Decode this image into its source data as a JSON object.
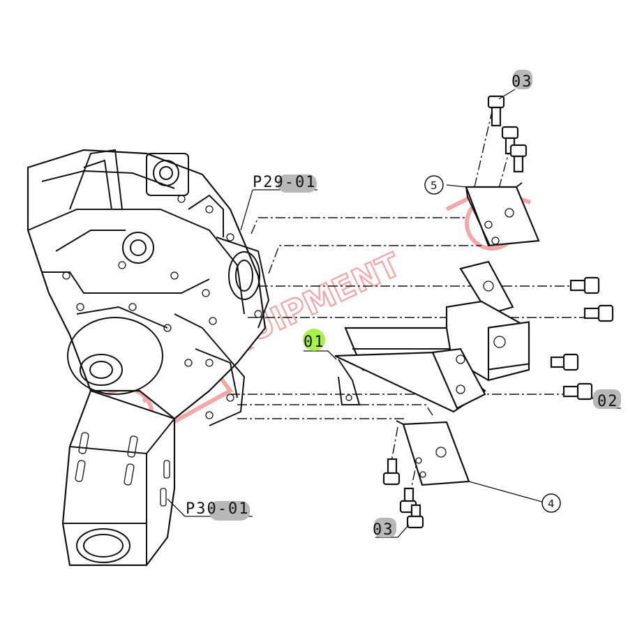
{
  "callouts": {
    "p29": "P29-01",
    "p30": "P30-01",
    "c01": "01",
    "c02": "02",
    "c03_top": "03",
    "c03_bottom": "03",
    "c4": "4",
    "c5": "5"
  },
  "watermark": {
    "text": "EQUIPMENT"
  },
  "colors": {
    "line": "#111111",
    "label_highlight": "#b8b8b8",
    "part_highlight": "#a8f04a",
    "watermark": "#f28a8a"
  }
}
